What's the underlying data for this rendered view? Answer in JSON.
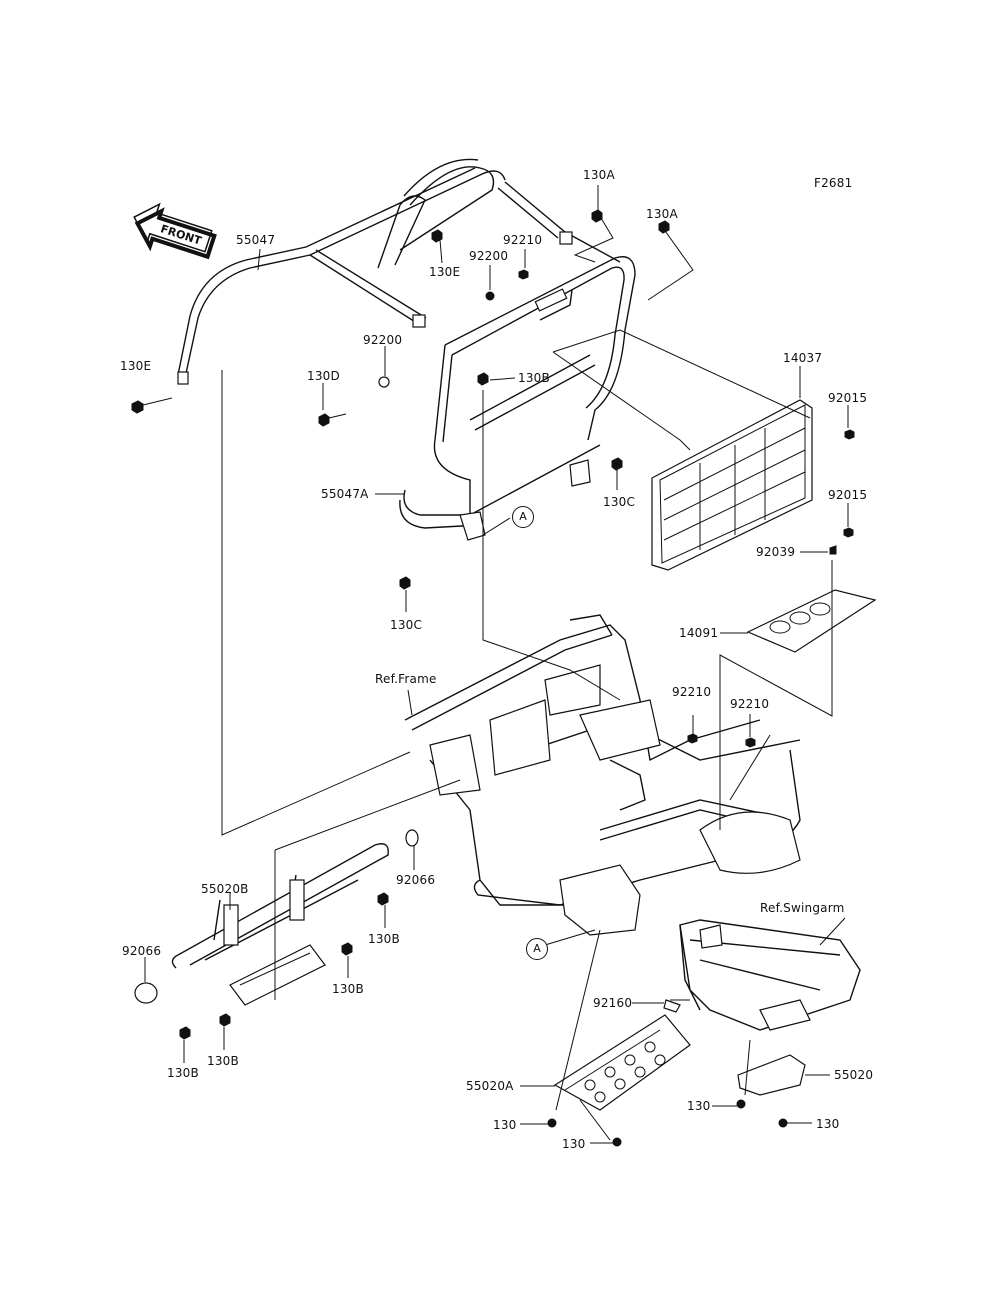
{
  "figure_code": "F2681",
  "direction_badge": "FRONT",
  "labels": {
    "130A_top": "130A",
    "130A_right": "130A",
    "55047": "55047",
    "130E_top": "130E",
    "130E_left": "130E",
    "92210_top": "92210",
    "92200_top": "92200",
    "92200_mid": "92200",
    "130D": "130D",
    "130B_top": "130B",
    "14037": "14037",
    "92015_a": "92015",
    "92015_b": "92015",
    "55047A": "55047A",
    "130C_right": "130C",
    "130C_left": "130C",
    "92039": "92039",
    "14091": "14091",
    "ref_frame": "Ref.Frame",
    "92210_mid": "92210",
    "92210_right": "92210",
    "92066_a": "92066",
    "55020B": "55020B",
    "130B_a": "130B",
    "92066_b": "92066",
    "130B_b": "130B",
    "130B_c": "130B",
    "130B_d": "130B",
    "ref_swingarm": "Ref.Swingarm",
    "92160": "92160",
    "55020A": "55020A",
    "55020": "55020",
    "130_a": "130",
    "130_b": "130",
    "130_c": "130",
    "130_d": "130"
  },
  "callouts": {
    "a_top": "A",
    "a_bottom": "A"
  }
}
